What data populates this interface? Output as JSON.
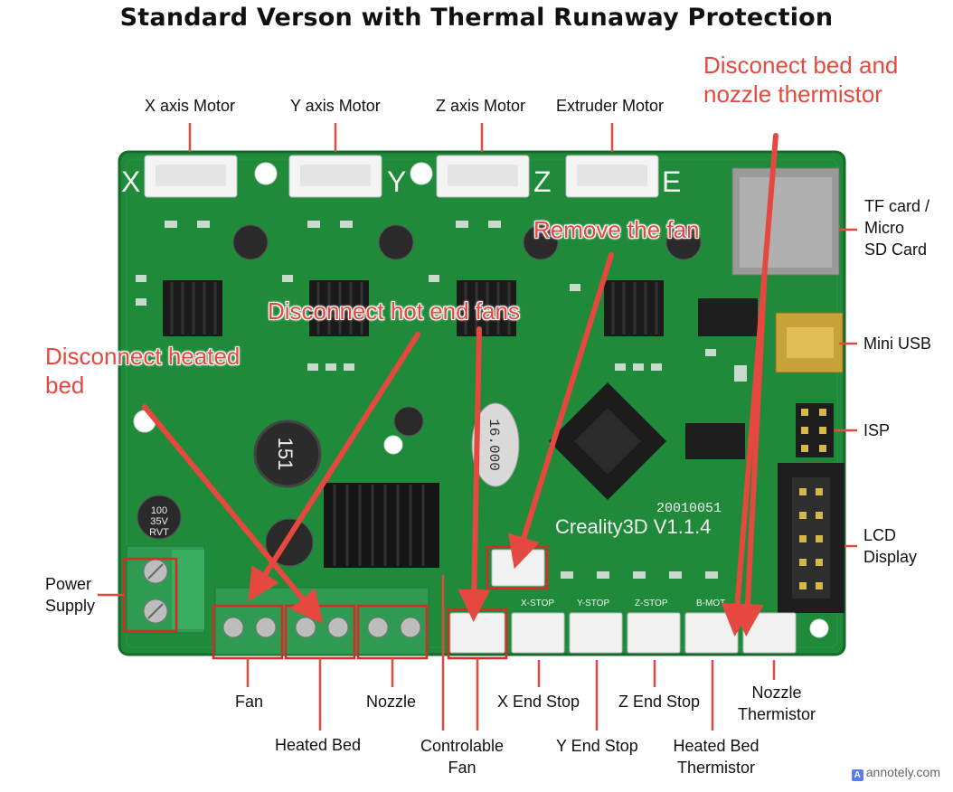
{
  "title": "Standard Verson with Thermal Runaway Protection",
  "board": {
    "axis_letters": [
      "X",
      "Y",
      "Z",
      "E"
    ],
    "capacitor_text": [
      "100",
      "35V",
      "RVT"
    ],
    "inductor_text": "151",
    "crystal_text": "16.000",
    "model_text": "Creality3D V1.1.4",
    "date_text": "20010051",
    "connector_labels": [
      "X-STOP",
      "Y-STOP",
      "Z-STOP",
      "B-MOT"
    ]
  },
  "labels": {
    "x_motor": "X axis Motor",
    "y_motor": "Y axis Motor",
    "z_motor": "Z axis Motor",
    "e_motor": "Extruder Motor",
    "tf_card": [
      "TF card /",
      "Micro",
      "SD Card"
    ],
    "mini_usb": "Mini USB",
    "isp": "ISP",
    "lcd": [
      "LCD",
      "Display"
    ],
    "power": [
      "Power",
      "Supply"
    ],
    "fan": "Fan",
    "heated_bed": "Heated Bed",
    "nozzle": "Nozzle",
    "controlable_fan": [
      "Controlable",
      "Fan"
    ],
    "x_end": "X End Stop",
    "y_end": "Y End Stop",
    "z_end": "Z End Stop",
    "bed_therm": [
      "Heated Bed",
      "Thermistor"
    ],
    "nozzle_therm": [
      "Nozzle",
      "Thermistor"
    ]
  },
  "annotations": {
    "disconnect_thermistor": [
      "Disconect bed and",
      "nozzle thermistor"
    ],
    "remove_fan": "Remove the fan",
    "hot_end_fans": "Disconnect hot end fans",
    "heated_bed": [
      "Disconnect heated",
      "bed"
    ]
  },
  "colors": {
    "annotation": "#e5483f",
    "board": "#1f8a3a",
    "highlight_box": "#d72b26"
  },
  "watermark": "annotely.com"
}
